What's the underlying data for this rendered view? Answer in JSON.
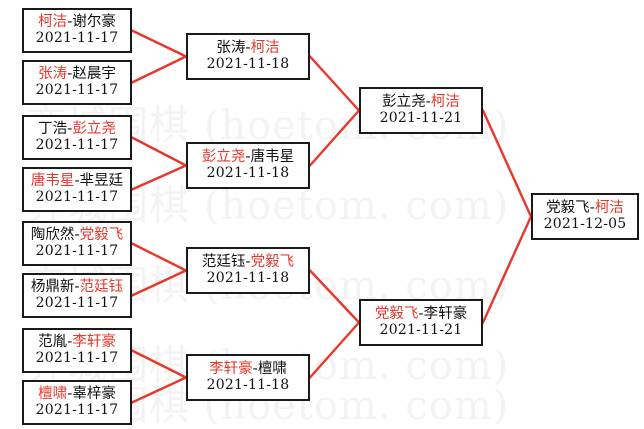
{
  "diagram": {
    "type": "single-elimination-bracket",
    "title": "Go tournament bracket",
    "accent_color": "#e8372b",
    "box_border_color": "#1a1a1a",
    "background_color": "#ffffff",
    "watermark_color": "#f3f3f4"
  },
  "watermark": {
    "lines": [
      "弈城围棋 (hoetom. com)",
      "弈城围棋 (hoetom. com)",
      "弈城围棋 (hoetom. com)",
      "弈城围棋 (hoetom. com)",
      "弈城围棋 (hoetom. com)"
    ]
  },
  "rounds": [
    {
      "name": "round-1",
      "matches": [
        {
          "id": "r1m1",
          "left": "柯洁",
          "right": "谢尔豪",
          "winner": "left",
          "date": "2021-11-17"
        },
        {
          "id": "r1m2",
          "left": "张涛",
          "right": "赵晨宇",
          "winner": "left",
          "date": "2021-11-17"
        },
        {
          "id": "r1m3",
          "left": "丁浩",
          "right": "彭立尧",
          "winner": "right",
          "date": "2021-11-17"
        },
        {
          "id": "r1m4",
          "left": "唐韦星",
          "right": "芈昱廷",
          "winner": "left",
          "date": "2021-11-17"
        },
        {
          "id": "r1m5",
          "left": "陶欣然",
          "right": "党毅飞",
          "winner": "right",
          "date": "2021-11-17"
        },
        {
          "id": "r1m6",
          "left": "杨鼎新",
          "right": "范廷钰",
          "winner": "right",
          "date": "2021-11-17"
        },
        {
          "id": "r1m7",
          "left": "范胤",
          "right": "李轩豪",
          "winner": "right",
          "date": "2021-11-17"
        },
        {
          "id": "r1m8",
          "left": "檀啸",
          "right": "辜梓豪",
          "winner": "left",
          "date": "2021-11-17"
        }
      ]
    },
    {
      "name": "round-2",
      "matches": [
        {
          "id": "r2m1",
          "left": "张涛",
          "right": "柯洁",
          "winner": "right",
          "date": "2021-11-18"
        },
        {
          "id": "r2m2",
          "left": "彭立尧",
          "right": "唐韦星",
          "winner": "left",
          "date": "2021-11-18"
        },
        {
          "id": "r2m3",
          "left": "范廷钰",
          "right": "党毅飞",
          "winner": "right",
          "date": "2021-11-18"
        },
        {
          "id": "r2m4",
          "left": "李轩豪",
          "right": "檀啸",
          "winner": "left",
          "date": "2021-11-18"
        }
      ]
    },
    {
      "name": "semifinal",
      "matches": [
        {
          "id": "r3m1",
          "left": "彭立尧",
          "right": "柯洁",
          "winner": "right",
          "date": "2021-11-21"
        },
        {
          "id": "r3m2",
          "left": "党毅飞",
          "right": "李轩豪",
          "winner": "left",
          "date": "2021-11-21"
        }
      ]
    },
    {
      "name": "final",
      "matches": [
        {
          "id": "r4m1",
          "left": "党毅飞",
          "right": "柯洁",
          "winner": "right",
          "date": "2021-12-05"
        }
      ]
    }
  ],
  "connectors": {
    "color": "#e8372b",
    "stroke_width": 2.4
  }
}
